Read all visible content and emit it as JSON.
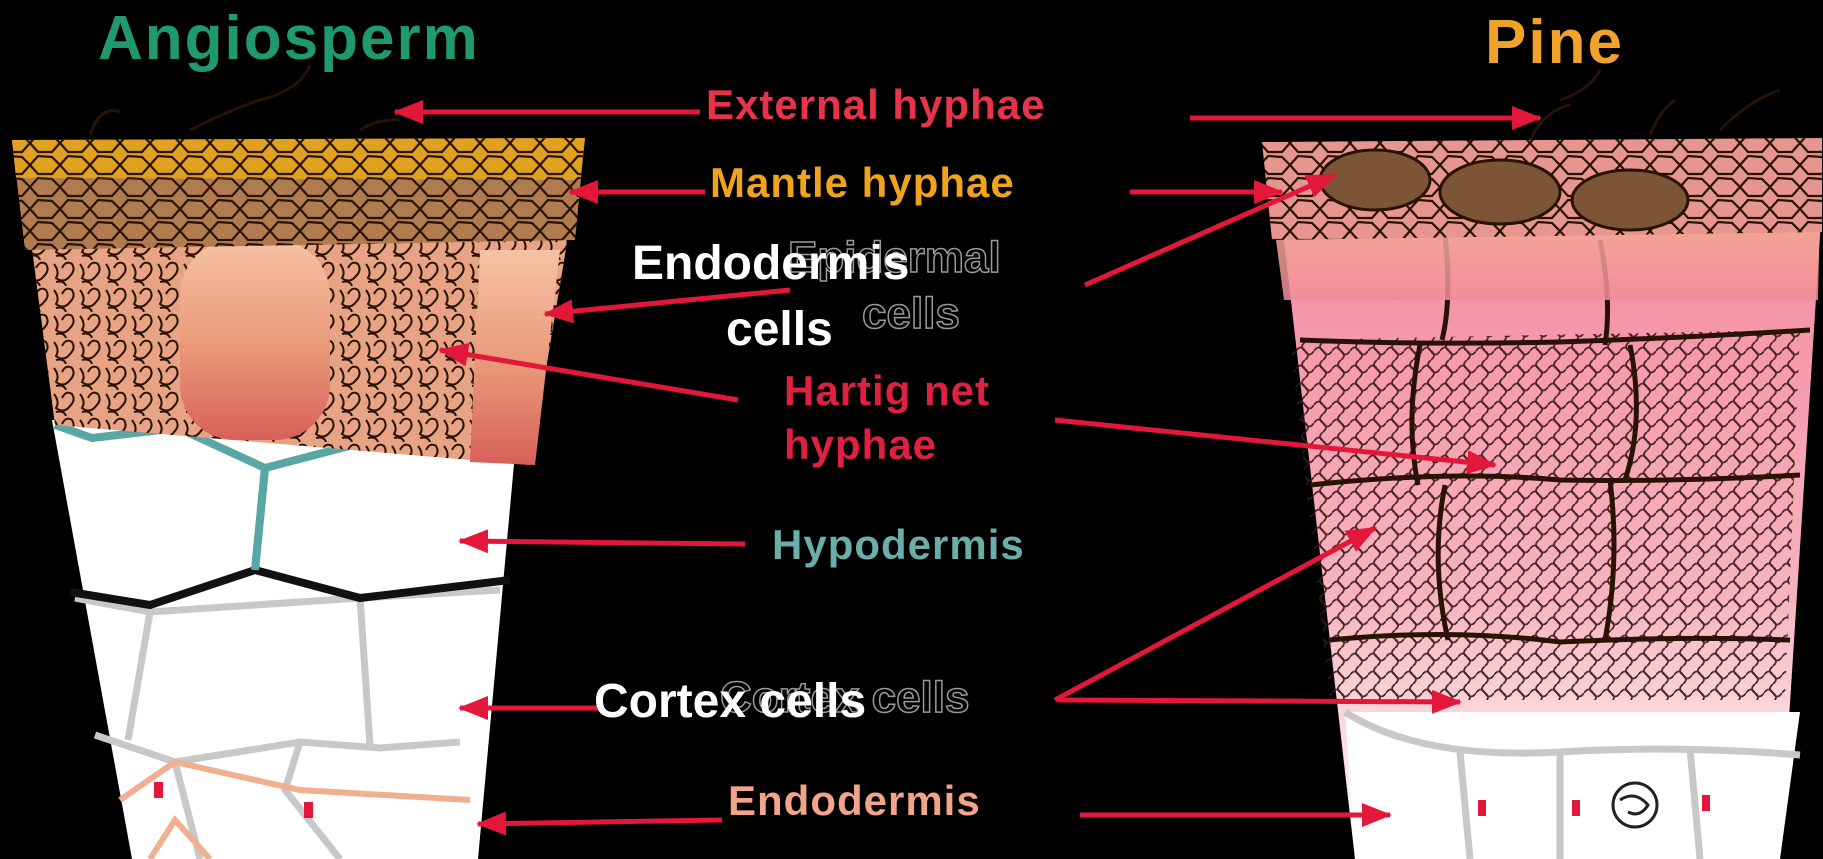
{
  "titles": {
    "left": "Angiosperm",
    "right": "Pine"
  },
  "labels": {
    "external_hyphae": "External hyphae",
    "mantle_hyphae": "Mantle hyphae",
    "hartig_line1": "Hartig net",
    "hartig_line2": "hyphae",
    "hypodermis": "Hypodermis",
    "endodermis": "Endodermis"
  },
  "obscured_labels": {
    "epidermal_line1": "Epidermal",
    "epidermal_line2": "cells",
    "cortex": "Cortex cells"
  },
  "overlay_labels": {
    "endodermis_line1": "Endodermis",
    "endodermis_line2": "cells",
    "cortex": "Cortex cells"
  },
  "colors": {
    "background": "#000000",
    "angiosperm_title": "#1f9a6e",
    "pine_title": "#f0a22a",
    "external_hyphae": "#e8334a",
    "mantle_hyphae": "#f0a41e",
    "hartig_net": "#e02040",
    "hypodermis": "#6aaeaa",
    "endodermis": "#f2a48a",
    "arrow": "#e3173a",
    "overlay_text": "#ffffff"
  }
}
